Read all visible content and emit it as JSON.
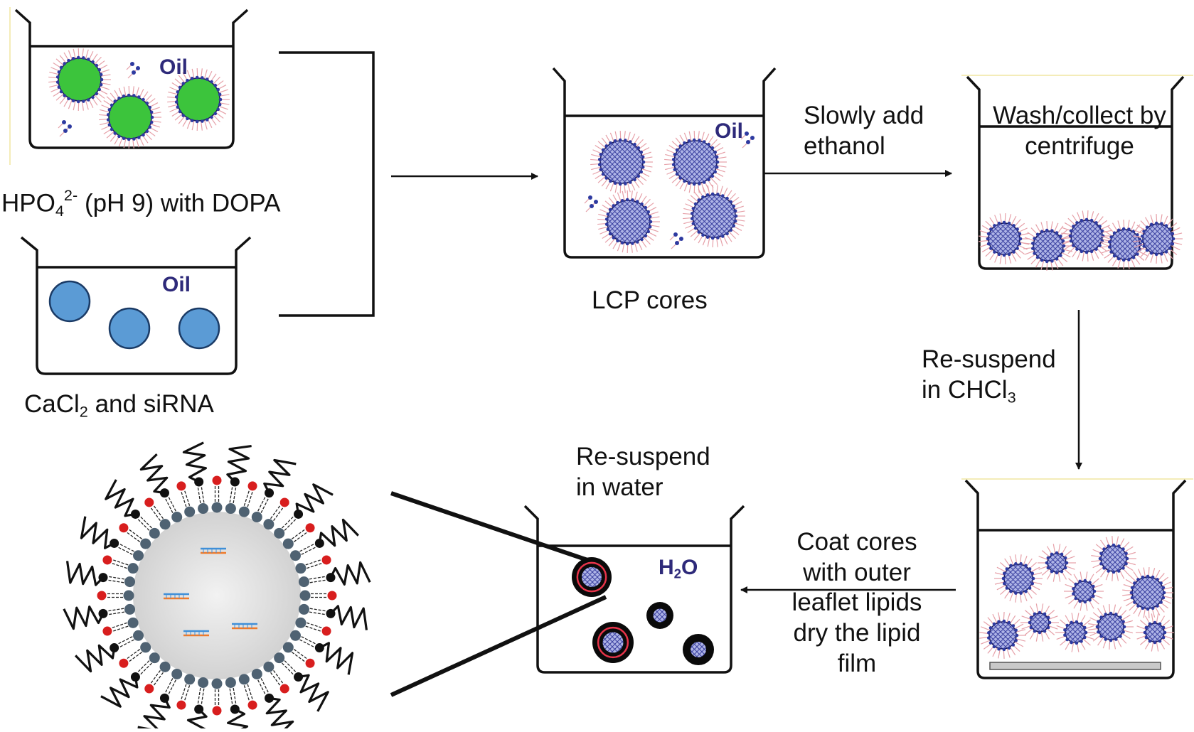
{
  "beakers": {
    "top_left": {
      "oil": "Oil"
    },
    "bottom_left": {
      "oil": "Oil"
    },
    "lcp": {
      "oil": "Oil"
    },
    "final": {
      "solvent_main": "H",
      "solvent_sub": "2",
      "solvent_end": "O"
    }
  },
  "labels": {
    "hpo4": {
      "pre": "HPO",
      "sub": "4",
      "sup": "2-",
      "post": " (pH 9) with DOPA"
    },
    "cacl2": {
      "pre": "CaCl",
      "sub": "2",
      "post": " and siRNA"
    },
    "lcp_cores": "LCP cores",
    "slowly_add": {
      "line1": "Slowly add",
      "line2": "ethanol"
    },
    "wash": {
      "line1": "Wash/collect by",
      "line2": "centrifuge"
    },
    "resuspend_chcl3": {
      "line1": "Re-suspend",
      "line2_pre": "in CHCl",
      "line2_sub": "3"
    },
    "coat": {
      "line1": "Coat cores",
      "line2": "with outer",
      "line3": "leaflet lipids",
      "line4": "dry the lipid",
      "line5": "film"
    },
    "resuspend_water": {
      "line1": "Re-suspend",
      "line2": "in water"
    }
  },
  "colors": {
    "green_core": "#3cc43c",
    "blue_droplet": "#5b9bd5",
    "lcp_core": "#aeb4e6",
    "lipid_head": "#2e3aa0",
    "lipid_tail": "#e6a0a8",
    "outer_ring": "#e8344a",
    "inner_head": "#4f6272",
    "outer_head": "#d81e1e"
  }
}
